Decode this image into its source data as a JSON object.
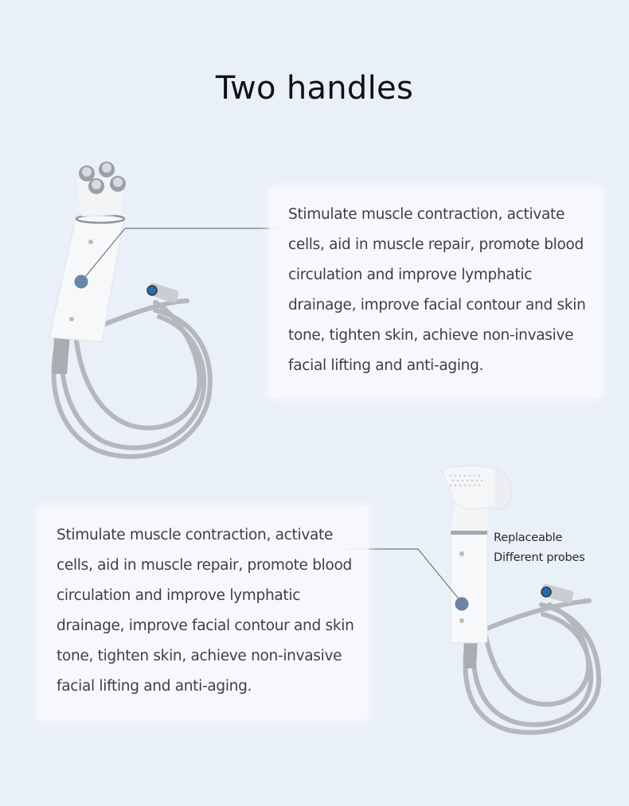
{
  "header": {
    "title": "Two handles"
  },
  "handles": [
    {
      "id": "handle-1",
      "image": "four-ball-rf-handle-with-coiled-cable",
      "description": "Stimulate muscle contraction, activate cells, aid in muscle repair, promote blood circulation and improve lymphatic drainage, improve facial contour and skin tone, tighten skin, achieve non-invasive facial lifting and anti-aging."
    },
    {
      "id": "handle-2",
      "image": "replaceable-probe-handle-with-coiled-cable",
      "description": "Stimulate muscle contraction, activate cells, aid in muscle repair, promote blood circulation and improve lymphatic drainage, improve facial contour and skin tone, tighten skin, achieve non-invasive facial lifting and anti-aging.",
      "note": {
        "line1": "Replaceable",
        "line2": "Different probes"
      }
    }
  ],
  "colors": {
    "background": "#eaf0f8",
    "title": "#111118",
    "body_text": "#3e3e44",
    "marker_dot": "#6a86a6",
    "leader_line": "#707880",
    "cable": "#b9bcc0"
  }
}
